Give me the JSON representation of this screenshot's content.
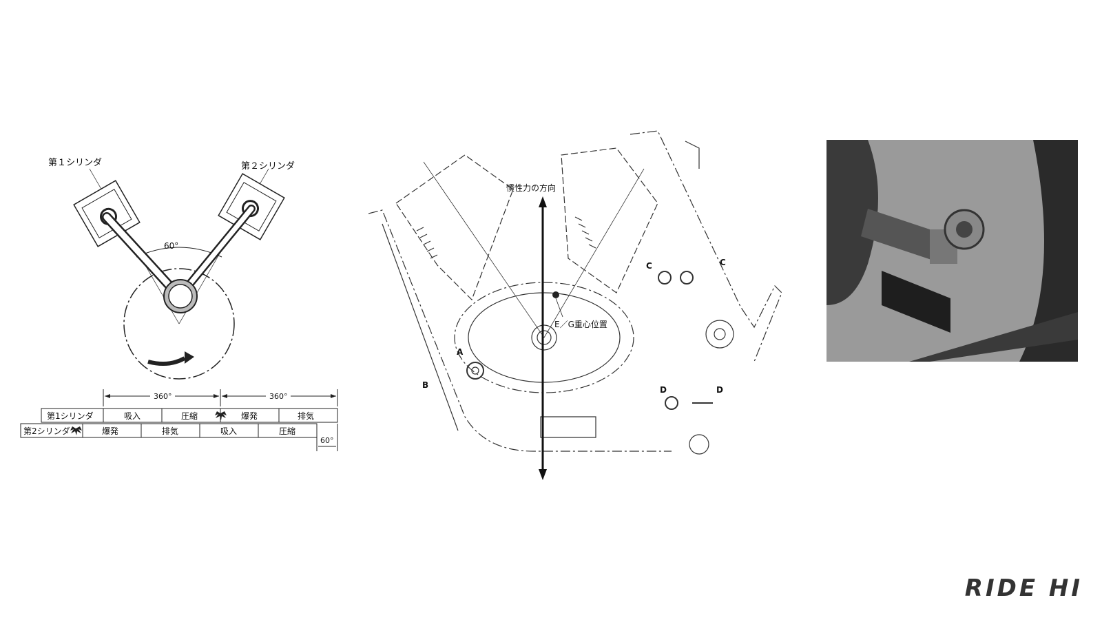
{
  "left_diagram": {
    "cylinder1_label": "第１シリンダ",
    "cylinder2_label": "第２シリンダ",
    "v_angle_label": "60°",
    "cycle_span_1": "360°",
    "cycle_span_2": "360°",
    "offset_label": "60°",
    "row1": {
      "name": "第1シリンダ",
      "strokes": [
        "吸入",
        "圧縮",
        "爆発",
        "排気"
      ]
    },
    "row2": {
      "name": "第2シリンダ",
      "strokes": [
        "爆発",
        "排気",
        "吸入",
        "圧縮"
      ]
    }
  },
  "center_diagram": {
    "force_label": "慣性力の方向",
    "cg_label": "E／G重心位置",
    "labels": {
      "a": "A",
      "b": "B",
      "c1": "C",
      "c2": "C",
      "d1": "D",
      "d2": "D"
    }
  },
  "logo": {
    "text": "RIDE HI"
  }
}
